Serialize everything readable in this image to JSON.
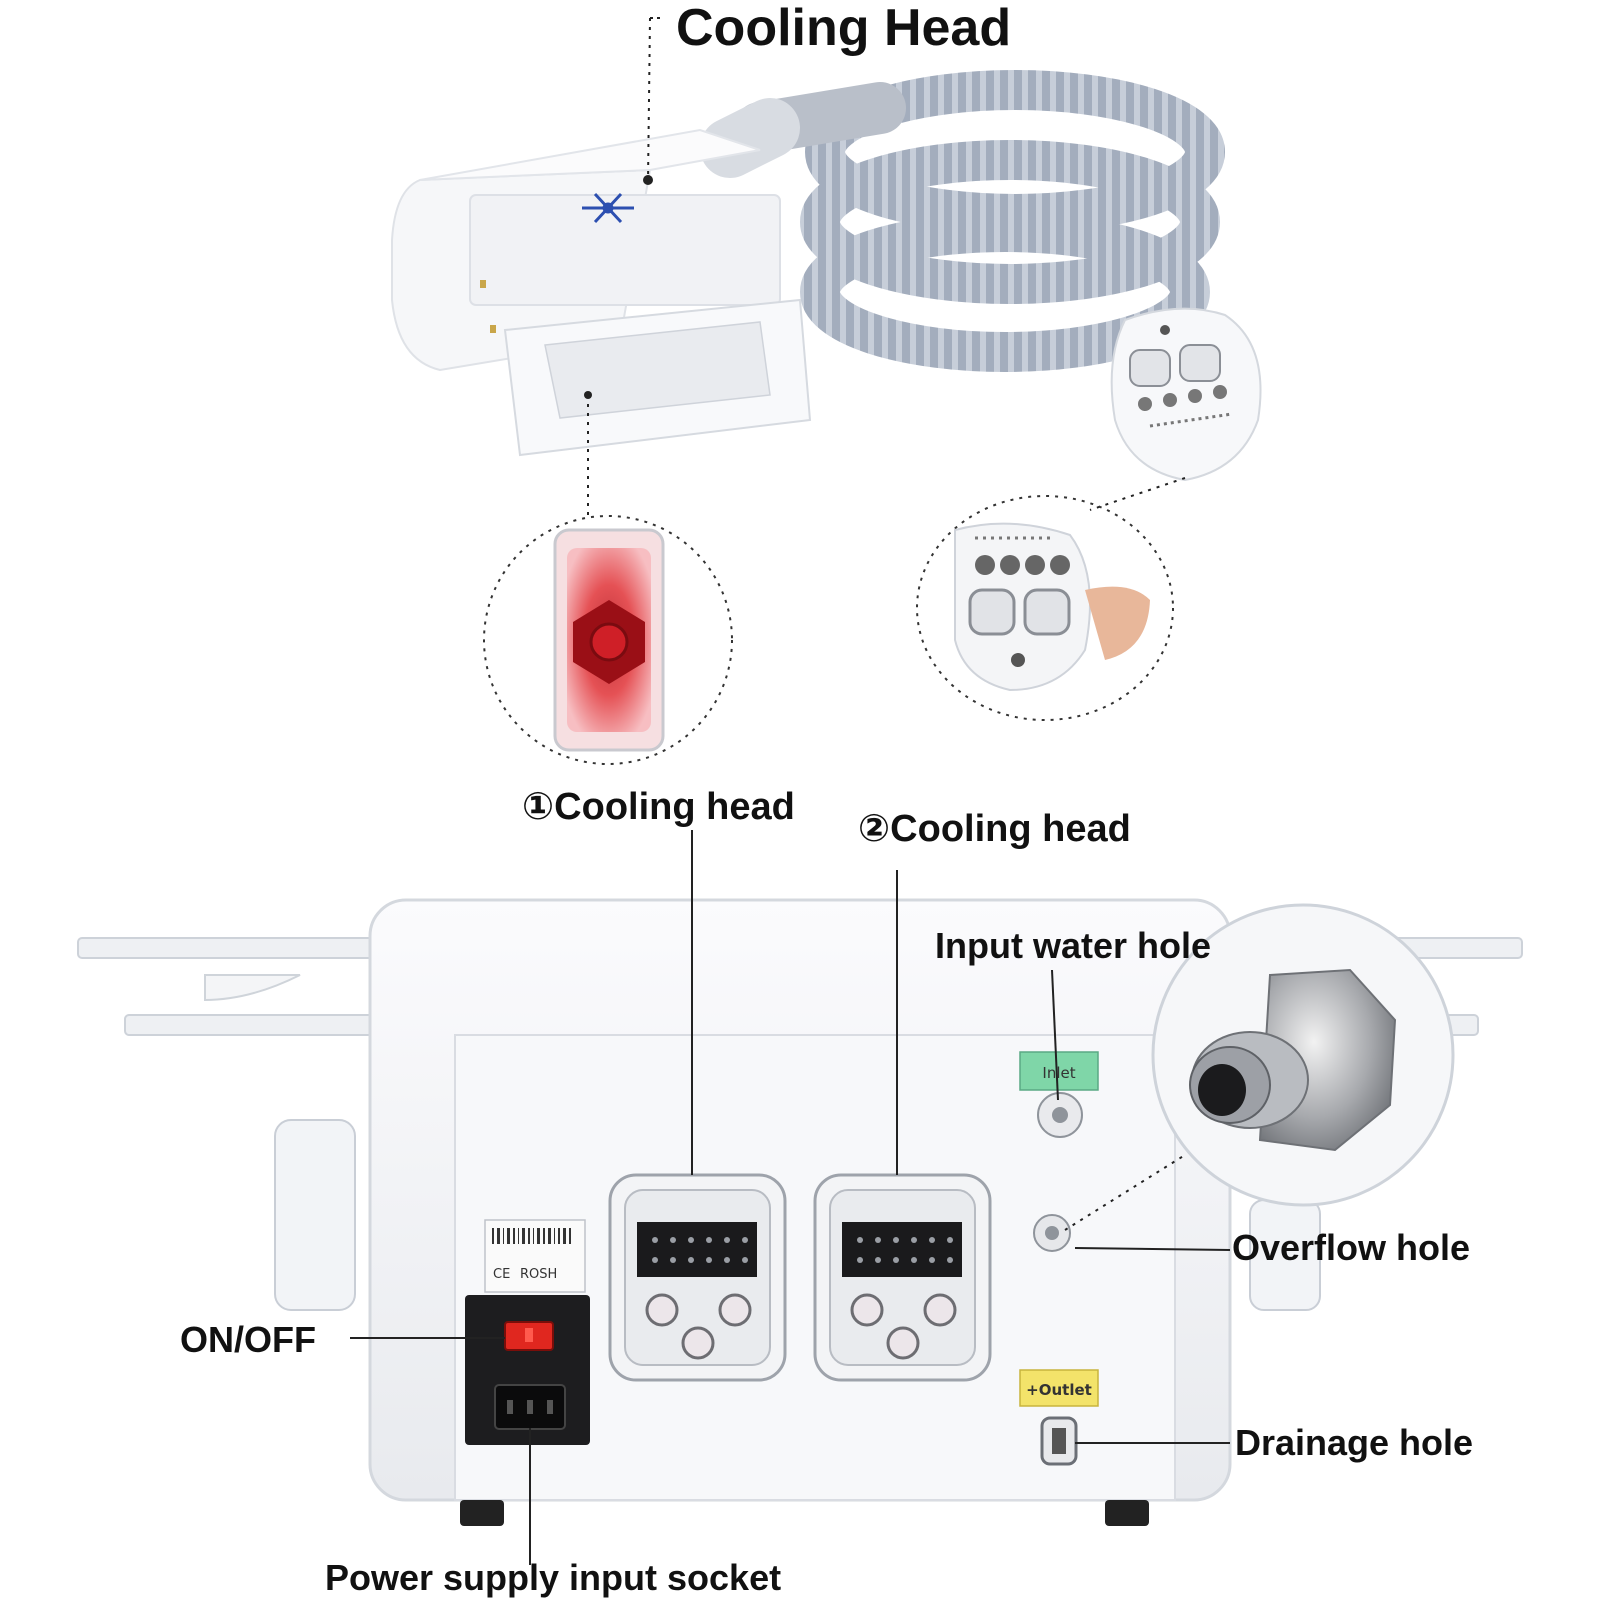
{
  "labels": {
    "cooling_head_title": "Cooling Head",
    "cooling_head_1": "①Cooling head",
    "cooling_head_2": "②Cooling head",
    "input_water_hole": "Input water hole",
    "overflow_hole": "Overflow hole",
    "on_off": "ON/OFF",
    "drainage_hole": "Drainage hole",
    "power_socket": "Power supply input socket"
  },
  "device_marks": {
    "inlet_tag": "Inlet",
    "outlet_tag": "+Outlet",
    "certification_1": "CE",
    "certification_2": "ROSH"
  },
  "colors": {
    "label_text": "#111111",
    "leader_line": "#222222",
    "device_body": "#f4f5f8",
    "hose": "#a9b2c0",
    "switch_red": "#e0271f",
    "inlet_green": "#7fd6a8",
    "outlet_yellow": "#f3e36a",
    "red_light": "#e2383c"
  },
  "icons": [
    "snowflake-icon",
    "red-light-panel",
    "metal-connector"
  ]
}
